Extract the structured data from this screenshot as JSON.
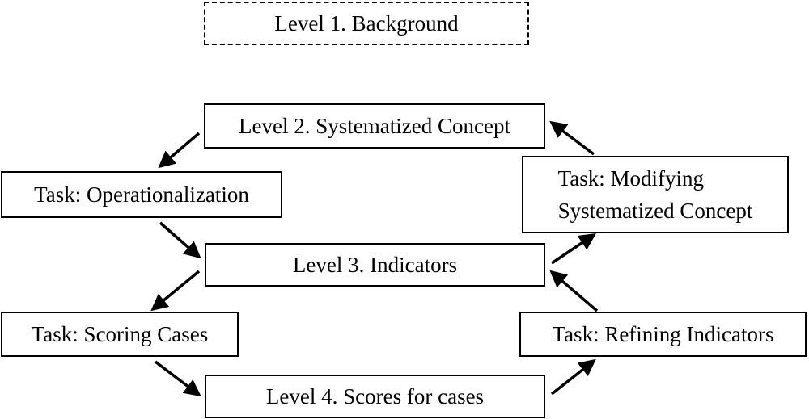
{
  "nodes": {
    "level1": "Level 1. Background",
    "level2": "Level 2. Systematized Concept",
    "level3": "Level 3. Indicators",
    "level4": "Level 4. Scores for cases",
    "task_operationalization": "Task: Operationalization",
    "task_scoring": "Task: Scoring Cases",
    "task_modifying": {
      "line1": "Task: Modifying",
      "line2": "Systematized Concept"
    },
    "task_refining": "Task: Refining Indicators"
  },
  "colors": {
    "stroke": "#000000",
    "background": "#ffffff"
  }
}
